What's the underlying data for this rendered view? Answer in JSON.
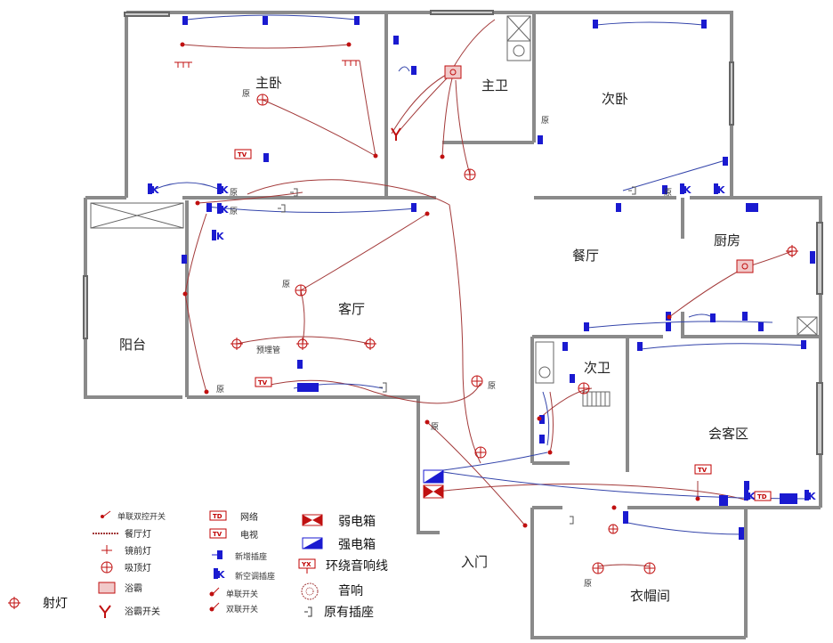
{
  "rooms": {
    "master_bedroom": "主卧",
    "master_bath": "主卫",
    "second_bedroom": "次卧",
    "kitchen": "厨房",
    "dining": "餐厅",
    "living": "客厅",
    "balcony": "阳台",
    "second_bath": "次卫",
    "reception": "会客区",
    "cloakroom": "衣帽间",
    "entrance": "入门"
  },
  "annotations": {
    "original": "原",
    "preburied_pipe": "预埋管",
    "tv": "TV",
    "td": "TD",
    "yx": "YX"
  },
  "legend": {
    "single_dual_switch": "单联双控开关",
    "dining_light": "餐厅灯",
    "mirror_light": "镜前灯",
    "ceiling_light": "吸顶灯",
    "bath_heater": "浴霸",
    "bath_heater_switch": "浴霸开关",
    "spotlight": "射灯",
    "network": "网络",
    "tv_outlet": "电视",
    "new_outlet": "新增插座",
    "new_ac_outlet": "新空调插座",
    "single_switch": "单联开关",
    "double_switch": "双联开关",
    "weak_box": "弱电箱",
    "strong_box": "强电箱",
    "surround_wire": "环绕音响线",
    "speaker": "音响",
    "existing_outlet": "原有插座"
  },
  "colors": {
    "wall": "#8a8a8a",
    "wire_red": "#a33a3a",
    "wire_blue": "#3344aa",
    "outlet_blue": "#1a1ad0",
    "fixture_red": "#c01010"
  }
}
